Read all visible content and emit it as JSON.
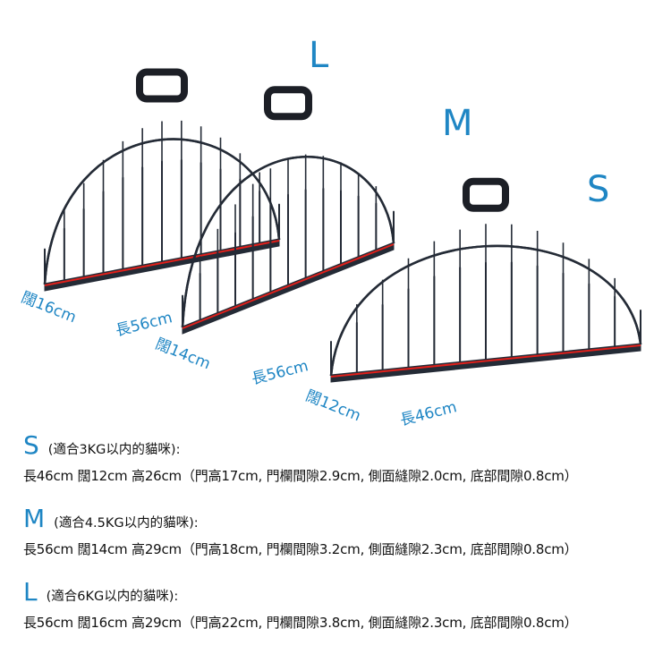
{
  "colors": {
    "accent": "#1f86c4",
    "wire": "#242b36",
    "measure_line": "#e0201b",
    "text": "#111111"
  },
  "cages": [
    {
      "size": "L",
      "width_label": "闊16cm",
      "length_label": "長56cm"
    },
    {
      "size": "M",
      "width_label": "闊14cm",
      "length_label": "長56cm"
    },
    {
      "size": "S",
      "width_label": "闊12cm",
      "length_label": "長46cm"
    }
  ],
  "specs": [
    {
      "size": "S",
      "note": "(適合3KG以内的貓咪):",
      "details": "長46cm 闊12cm 高26cm（門高17cm, 門欄間隙2.9cm, 側面縫隙2.0cm, 底部間隙0.8cm）"
    },
    {
      "size": "M",
      "note": "(適合4.5KG以内的貓咪):",
      "details": "長56cm 闊14cm 高29cm（門高18cm, 門欄間隙3.2cm, 側面縫隙2.3cm, 底部間隙0.8cm）"
    },
    {
      "size": "L",
      "note": "(適合6KG以内的貓咪):",
      "details": "長56cm 闊16cm 高29cm（門高22cm, 門欄間隙3.8cm, 側面縫隙2.3cm, 底部間隙0.8cm）"
    }
  ]
}
